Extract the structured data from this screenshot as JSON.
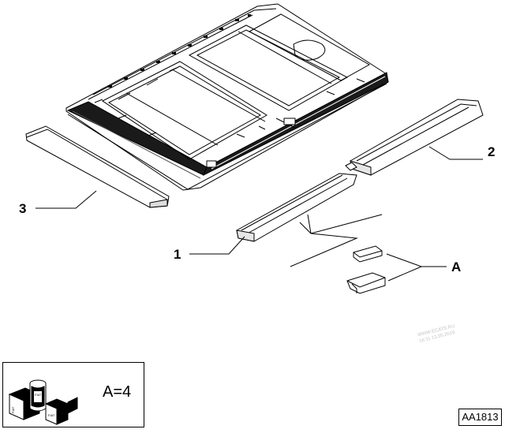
{
  "callouts": {
    "part_1": "1",
    "part_2": "2",
    "part_3": "3",
    "part_a": "A"
  },
  "watermark": {
    "line1": "WWW.ECATS.RU",
    "line2": "16:11 13.05.2019"
  },
  "legend": {
    "quantity": "A=4",
    "product_label": "FIAT"
  },
  "reference_code": "AA1813",
  "colors": {
    "line": "#000000",
    "seal_band": "#1a1a1a",
    "panel_fill": "#ffffff",
    "watermark": "#c4c4c4"
  },
  "icons": [
    "roof-panel-drawing",
    "seal-strip-icon",
    "clip-icon",
    "product-pack-icon"
  ]
}
